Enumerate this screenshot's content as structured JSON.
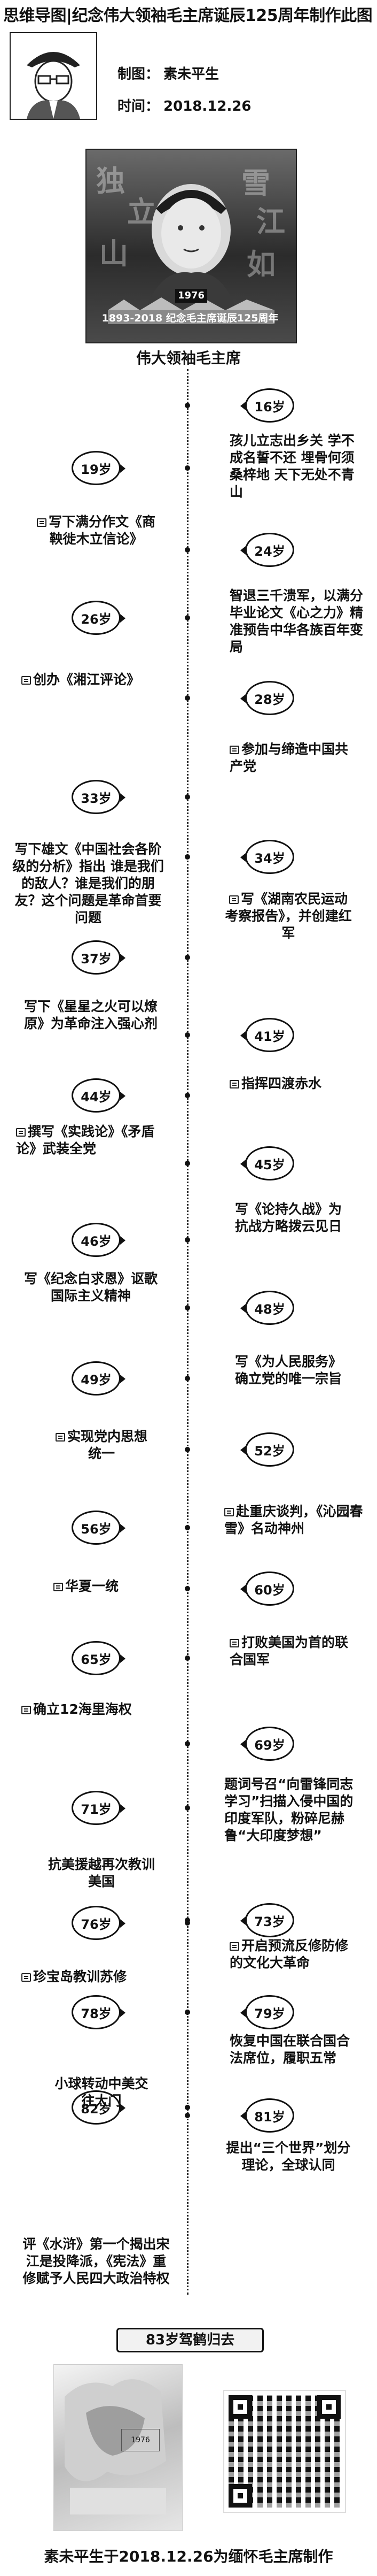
{
  "header": {
    "title": "思维导图|纪念伟大领袖毛主席诞辰125周年制作此图",
    "maker_label": "制图：",
    "maker": "素未平生",
    "time_label": "时间：",
    "time": "2018.12.26"
  },
  "poster": {
    "year": "1976",
    "caption": "1893-2018 纪念毛主席诞辰125周年"
  },
  "timeline": {
    "heading": "伟大领袖毛主席",
    "events": [
      {
        "age": "16岁",
        "text": ""
      },
      {
        "age": "19岁",
        "text": "孩儿立志出乡关 学不成名誓不还 埋骨何须桑梓地 天下无处不青山"
      },
      {
        "age": "24岁",
        "text": "写下满分作文《商鞅徙木立信论》"
      },
      {
        "age": "26岁",
        "text": "智退三千溃军，以满分毕业论文《心之力》精准预告中华各族百年变局"
      },
      {
        "age": "28岁",
        "text": "创办《湘江评论》"
      },
      {
        "age": "33岁",
        "text": "参加与缔造中国共产党"
      },
      {
        "age": "34岁",
        "text": "写下雄文《中国社会各阶级的分析》指出 谁是我们的敌人？谁是我们的朋友？这个问题是革命首要问题"
      },
      {
        "age": "37岁",
        "text": "写《湖南农民运动考察报告》，并创建红军"
      },
      {
        "age": "41岁",
        "text": "写下《星星之火可以燎原》为革命注入强心剂"
      },
      {
        "age": "44岁",
        "text": "指挥四渡赤水"
      },
      {
        "age": "45岁",
        "text": "撰写《实践论》《矛盾论》武装全党"
      },
      {
        "age": "46岁",
        "text": "写《论持久战》为抗战方略拨云见日"
      },
      {
        "age": "48岁",
        "text": "写《纪念白求恩》讴歌国际主义精神"
      },
      {
        "age": "49岁",
        "text": "写《为人民服务》确立党的唯一宗旨"
      },
      {
        "age": "52岁",
        "text": "实现党内思想统一"
      },
      {
        "age": "56岁",
        "text": "赴重庆谈判，《沁园春雪》名动神州"
      },
      {
        "age": "60岁",
        "text": "华夏一统"
      },
      {
        "age": "65岁",
        "text": "打败美国为首的联合国军"
      },
      {
        "age": "69岁",
        "text": "确立12海里海权"
      },
      {
        "age": "71岁",
        "text": "题词号召“向雷锋同志学习”扫描入侵中国的印度军队，粉碎尼赫鲁“大印度梦想”"
      },
      {
        "age": "73岁",
        "text": "抗美援越再次教训美国"
      },
      {
        "age": "76岁",
        "text": "开启预流反修防修的文化大革命"
      },
      {
        "age": "78岁",
        "text": "珍宝岛教训苏修"
      },
      {
        "age": "79岁",
        "text": "恢复中国在联合国合法席位，履职五常"
      },
      {
        "age": "81岁",
        "text": "小球转动中美交往大门"
      },
      {
        "age": "82岁",
        "text": "提出“三个世界”划分理论，全球认同"
      }
    ],
    "extra_82": "评《水浒》第一个揭出宋江是投降派，《宪法》重修赋予人民四大政治特权",
    "final": "83岁驾鹤归去"
  },
  "footer": {
    "photo_caption": "1976",
    "text": "素未平生于2018.12.26为缅怀毛主席制作"
  }
}
